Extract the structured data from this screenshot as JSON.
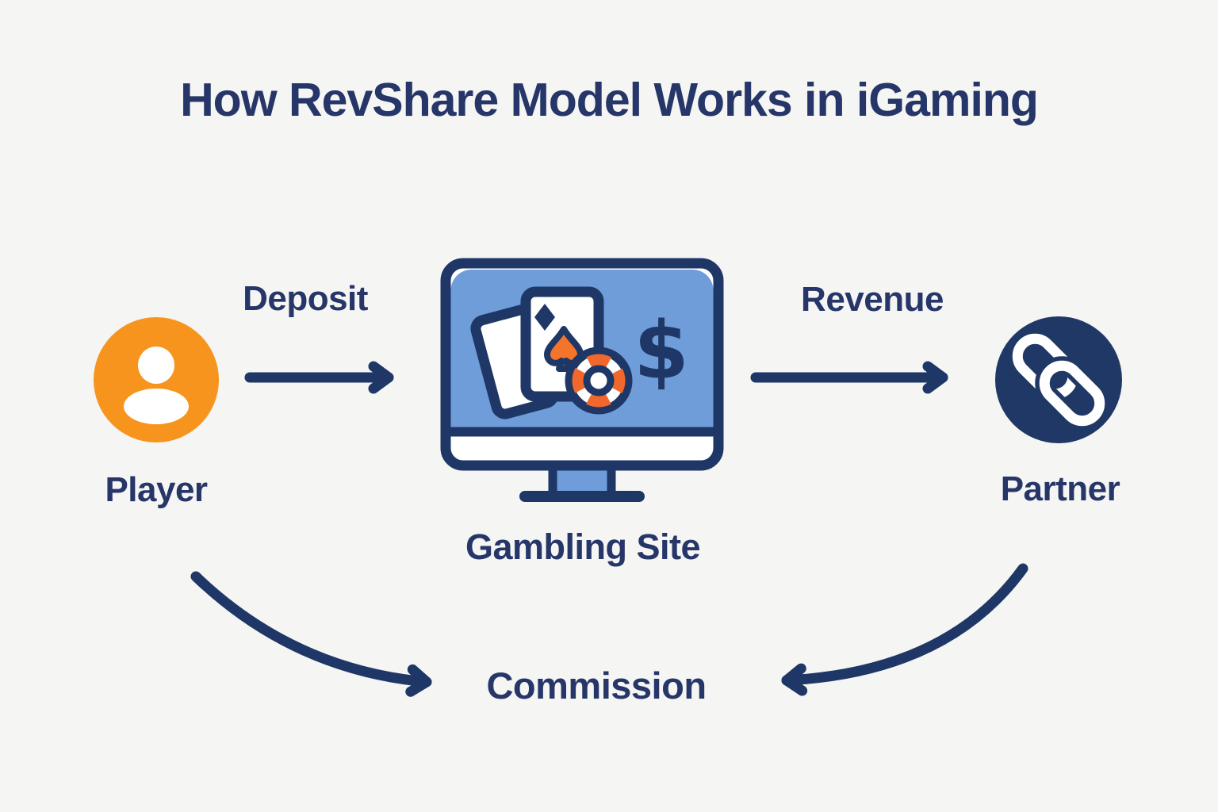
{
  "title": "How RevShare Model Works in iGaming",
  "nodes": {
    "player": {
      "label": "Player",
      "icon": "user-icon"
    },
    "gambling_site": {
      "label": "Gambling Site",
      "icon": "monitor-casino-icon",
      "dollar_symbol": "$"
    },
    "partner": {
      "label": "Partner",
      "icon": "link-icon"
    }
  },
  "flows": {
    "deposit": {
      "label": "Deposit",
      "from": "Player",
      "to": "Gambling Site"
    },
    "revenue": {
      "label": "Revenue",
      "from": "Gambling Site",
      "to": "Partner"
    },
    "commission": {
      "label": "Commission",
      "from": "Partner",
      "to": "Player"
    }
  },
  "colors": {
    "background": "#F5F5F3",
    "navy": "#1F3766",
    "text_navy": "#263669",
    "player_orange": "#F7941E",
    "chip_orange": "#F2672B",
    "spade_orange": "#F5742B",
    "screen_blue": "#6E9DDA",
    "partner_navy": "#203865",
    "white": "#FFFFFF"
  }
}
